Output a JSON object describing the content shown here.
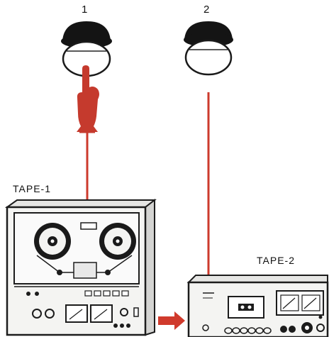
{
  "knobs": [
    {
      "number": "1",
      "icon": "rotary-knob-icon",
      "state": "pressed"
    },
    {
      "number": "2",
      "icon": "rotary-knob-icon",
      "state": "idle"
    }
  ],
  "decks": [
    {
      "label": "TAPE-1",
      "icon": "reel-to-reel-tape-deck-icon"
    },
    {
      "label": "TAPE-2",
      "icon": "cassette-tape-deck-icon"
    }
  ],
  "pointer": {
    "icon": "pointing-hand-icon"
  },
  "flow": {
    "icon": "arrow-right-icon",
    "from": "TAPE-1",
    "to": "TAPE-2"
  },
  "colors": {
    "signal_line": "#cc3a2c",
    "hand": "#c53a2d",
    "device_outline": "#1c1c1c",
    "device_fill": "#f4f4f2",
    "background": "#ffffff"
  }
}
